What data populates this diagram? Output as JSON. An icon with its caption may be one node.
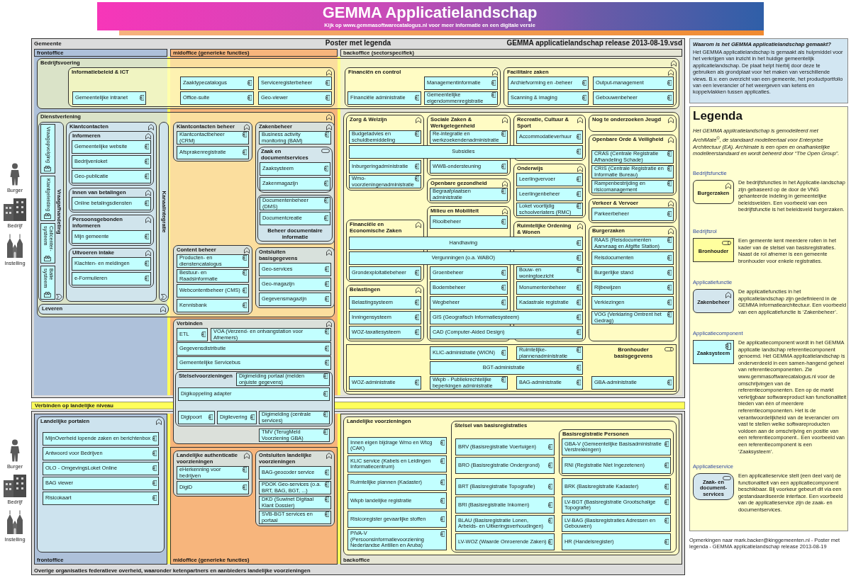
{
  "diagram": {
    "title": "GEMMA Applicatielandschap",
    "nodes": [
      {
        "text": [
          "Gemeente",
          "Poster met legenda",
          "GEMMA applicatielandschap release 2013-08-19.vsd"
        ]
      },
      {
        "text": [
          "frontoffice"
        ],
        "in": 0
      },
      {
        "text": [
          "midoffice (generieke functies)"
        ],
        "in": 0
      },
      {
        "text": [
          "backoffice (sectorspecifiek)"
        ],
        "in": 0
      },
      {
        "text": [
          "Bedrijfsvoering"
        ],
        "in": 0
      },
      {
        "text": [
          "Informatiebeleid & ICT"
        ],
        "in": 4
      },
      {
        "text": [
          "Gemeentelijke intranet"
        ],
        "in": 5
      },
      {
        "text": [
          "Zaaktypecatalogus"
        ],
        "in": 5
      },
      {
        "text": [
          "Office-suite"
        ],
        "in": 5
      },
      {
        "text": [
          "Serviceregisterbeheer"
        ],
        "in": 5
      },
      {
        "text": [
          "Geo-viewer"
        ],
        "in": 5
      },
      {
        "text": [
          "Financiën en control"
        ],
        "in": 4
      },
      {
        "text": [
          "Managementinformatie"
        ],
        "in": 11
      },
      {
        "text": [
          "Financiële administratie"
        ],
        "in": 11
      },
      {
        "text": [
          "Gemeentelijke eigendommenregistratie"
        ],
        "in": 11
      },
      {
        "text": [
          "Facilitaire zaken"
        ],
        "in": 4
      },
      {
        "text": [
          "Archiefvorming en -beheer"
        ],
        "in": 15
      },
      {
        "text": [
          "Output-management"
        ],
        "in": 15
      },
      {
        "text": [
          "Scanning & imaging"
        ],
        "in": 15
      },
      {
        "text": [
          "Gebouwenbeheer"
        ],
        "in": 15
      },
      {
        "text": [
          "Dienstverlening"
        ],
        "in": 0
      },
      {
        "text": [
          "Vraagafhandeling"
        ],
        "in": 20
      },
      {
        "text": [
          "Vraagopvolging"
        ],
        "in": 21
      },
      {
        "text": [
          "Klantgeleiding"
        ],
        "in": 21
      },
      {
        "text": [
          "Callcenter-systeem"
        ],
        "in": 21
      },
      {
        "text": [
          "Balie systeem"
        ],
        "in": 21
      },
      {
        "text": [
          "Klantcontacten"
        ],
        "in": 20
      },
      {
        "text": [
          "Informeren"
        ],
        "in": 26
      },
      {
        "text": [
          "Gemeentelijke website"
        ],
        "in": 27
      },
      {
        "text": [
          "Bedrijvenloket"
        ],
        "in": 27
      },
      {
        "text": [
          "Geo-publicatie"
        ],
        "in": 27
      },
      {
        "text": [
          "Innen van betalingen"
        ],
        "in": 26
      },
      {
        "text": [
          "Online betalingsdiensten"
        ],
        "in": 31
      },
      {
        "text": [
          "Persoonsgebonden informeren"
        ],
        "in": 26
      },
      {
        "text": [
          "Mijn gemeente"
        ],
        "in": 33
      },
      {
        "text": [
          "Uitvoeren intake"
        ],
        "in": 26
      },
      {
        "text": [
          "Klachten- en meldingen"
        ],
        "in": 35
      },
      {
        "text": [
          "e-Formulieren"
        ],
        "in": 35
      },
      {
        "text": [
          "Kanaalintegratie"
        ],
        "in": 20
      },
      {
        "text": [
          "Leveren"
        ],
        "in": 20
      },
      {
        "text": [
          "Klantcontacten beheer"
        ],
        "in": 20
      },
      {
        "text": [
          "Klantcontactbeheer (CRM)"
        ],
        "in": 40
      },
      {
        "text": [
          "Afsprakenregistratie"
        ],
        "in": 40
      },
      {
        "text": [
          "Content beheer"
        ],
        "in": 20
      },
      {
        "text": [
          "Producten- en dienstencatalogus"
        ],
        "in": 43
      },
      {
        "text": [
          "Bestuur- en Raadsinformatie"
        ],
        "in": 43
      },
      {
        "text": [
          "Webcontentbeheer (CMS)"
        ],
        "in": 43
      },
      {
        "text": [
          "Kennisbank"
        ],
        "in": 43
      },
      {
        "text": [
          "Zakenbeheer"
        ],
        "in": 20
      },
      {
        "text": [
          "Business activity monitoring (BAM)"
        ],
        "in": 48
      },
      {
        "text": [
          "Zaak en documentservices"
        ],
        "in": 48
      },
      {
        "text": [
          "Zaaksysteem"
        ],
        "in": 50
      },
      {
        "text": [
          "Zakenmagazijn"
        ],
        "in": 50
      },
      {
        "text": [
          "Beheer documentaire informatie"
        ],
        "in": 48
      },
      {
        "text": [
          "Documentenbeheer (DMS)"
        ],
        "in": 53
      },
      {
        "text": [
          "Documentcreatie"
        ],
        "in": 53
      },
      {
        "text": [
          "Ontsluiten basisgegevens"
        ],
        "in": 20
      },
      {
        "text": [
          "Geo-services"
        ],
        "in": 56
      },
      {
        "text": [
          "Geo-magazijn"
        ],
        "in": 56
      },
      {
        "text": [
          "Gegevensmagazijn"
        ],
        "in": 56
      },
      {
        "text": [],
        "shape": "box",
        "in": 0
      },
      {
        "text": [
          "Zorg & Welzijn"
        ],
        "in": 60
      },
      {
        "text": [
          "Budgetadvies en schuldbemiddeling"
        ],
        "in": 61
      },
      {
        "text": [
          "Inburgeringadministratie"
        ],
        "in": 61
      },
      {
        "text": [
          "Wmo-voorzieningenadministratie"
        ],
        "in": 61
      },
      {
        "text": [
          "Sociale Zaken & Werkgelegenheid"
        ],
        "in": 60
      },
      {
        "text": [
          "Re-integratie en werkzoekendenadministratie"
        ],
        "in": 65
      },
      {
        "text": [
          "WWB-ondersteuning"
        ],
        "in": 65
      },
      {
        "text": [
          "Subsidies"
        ],
        "in": 60
      },
      {
        "text": [
          "Recreatie, Cultuur & Sport"
        ],
        "in": 60
      },
      {
        "text": [
          "Accommodatieverhuur"
        ],
        "in": 69
      },
      {
        "text": [
          "Nog te onderzoeken Jeugd"
        ],
        "in": 60
      },
      {
        "text": [
          "Openbare gezondheid"
        ],
        "in": 60
      },
      {
        "text": [
          "Begraafplaatsen administratie"
        ],
        "in": 72
      },
      {
        "text": [
          "Onderwijs"
        ],
        "in": 60
      },
      {
        "text": [
          "Leerlingvervoer"
        ],
        "in": 74
      },
      {
        "text": [
          "Leerlingenbeheer"
        ],
        "in": 74
      },
      {
        "text": [
          "Loket voortijdig schoolverlaters (RMC)"
        ],
        "in": 74
      },
      {
        "text": [
          "Openbare Orde & Veiligheid"
        ],
        "in": 60
      },
      {
        "text": [
          "CRAS (Centrale Registratie Afhandeling Schade)"
        ],
        "in": 78
      },
      {
        "text": [
          "CRIS (Centrale Registratie en Informatie Bureau)"
        ],
        "in": 78
      },
      {
        "text": [
          "Rampenbestrijding en risicomanagement"
        ],
        "in": 78
      },
      {
        "text": [
          "Financiële en Economische Zaken"
        ],
        "in": 60
      },
      {
        "text": [
          "Grondexploitatiebeheer"
        ],
        "in": 82
      },
      {
        "text": [
          "Milieu en Mobiliteit"
        ],
        "in": 60
      },
      {
        "text": [
          "Rioolbeheer"
        ],
        "in": 84
      },
      {
        "text": [
          "Groenbeheer"
        ],
        "in": 84
      },
      {
        "text": [
          "Bodembeheer"
        ],
        "in": 84
      },
      {
        "text": [
          "Wegbeheer"
        ],
        "in": 84
      },
      {
        "text": [
          "Ruimtelijke Ordening & Wonen"
        ],
        "in": 60
      },
      {
        "text": [
          "Bouw- en woningtoezicht"
        ],
        "in": 89
      },
      {
        "text": [
          "Monumentenbeheer"
        ],
        "in": 89
      },
      {
        "text": [
          "Kadastrale registratie"
        ],
        "in": 89
      },
      {
        "text": [
          "Verkeer & Vervoer"
        ],
        "in": 60
      },
      {
        "text": [
          "Parkeerbeheer"
        ],
        "in": 93
      },
      {
        "text": [
          "Burgerzaken"
        ],
        "in": 60
      },
      {
        "text": [
          "RAAS (Reisdocumenten Aanvraag en Afgifte Station)"
        ],
        "in": 95
      },
      {
        "text": [
          "Reisdocumenten"
        ],
        "in": 95
      },
      {
        "text": [
          "Burgerlijke stand"
        ],
        "in": 95
      },
      {
        "text": [
          "Rijbewijzen"
        ],
        "in": 95
      },
      {
        "text": [
          "Verkiezingen"
        ],
        "in": 95
      },
      {
        "text": [
          "VOG (Verklaring Omtrent het Gedrag)"
        ],
        "in": 95
      },
      {
        "text": [
          "Handhaving"
        ],
        "in": 60
      },
      {
        "text": [
          "Vergunningen (o.a. WABO)"
        ],
        "in": 60
      },
      {
        "text": [
          "Belastingen"
        ],
        "in": 60
      },
      {
        "text": [
          "Belastingsysteem"
        ],
        "in": 104
      },
      {
        "text": [
          "Inningensysteem"
        ],
        "in": 104
      },
      {
        "text": [
          "WOZ-taxatiesysteem"
        ],
        "in": 104
      },
      {
        "text": [
          "GIS (Geografisch Informatiesysteem)"
        ],
        "in": 60
      },
      {
        "text": [
          "CAD (Computer-Aided Design)"
        ],
        "in": 60
      },
      {
        "text": [
          "Bronhouder basisgegevens"
        ],
        "in": 60
      },
      {
        "text": [
          "KLIC-administratie (WION)"
        ],
        "in": 110
      },
      {
        "text": [
          "Ruimtelijke-plannenadministratie"
        ],
        "in": 110
      },
      {
        "text": [
          "BGT-administratie"
        ],
        "in": 110
      },
      {
        "text": [
          "WOZ-administratie"
        ],
        "in": 110
      },
      {
        "text": [
          "Wkpb - Publiekrechtelijke beperkingen administratie"
        ],
        "in": 110
      },
      {
        "text": [
          "BAG-administratie"
        ],
        "in": 110
      },
      {
        "text": [
          "GBA-administratie"
        ],
        "in": 110
      },
      {
        "text": [
          "Verbinden"
        ]
      },
      {
        "text": [
          "ETL"
        ]
      },
      {
        "text": [
          "VOA (Verzend- en ontvangstation voor Afnemers)"
        ]
      },
      {
        "text": [
          "Gegevensdistributie"
        ]
      },
      {
        "text": [
          "Gemeentelijke Servicebus"
        ]
      },
      {
        "text": [
          "Stelselvoorzieningen"
        ],
        "in": 118
      },
      {
        "text": [
          "Digimelding portaal (melden onjuiste gegevens)"
        ]
      },
      {
        "text": [
          "Digikoppeling adapter"
        ],
        "in": 123
      },
      {
        "text": [
          "Digipoort"
        ]
      },
      {
        "text": [
          "Digilevering"
        ]
      },
      {
        "text": [
          "Digimelding (centrale services)"
        ]
      },
      {
        "text": [
          "TMV (TerugMeld Voorziening GBA)"
        ]
      },
      {
        "text": [
          "Verbinden op landelijke niveau"
        ]
      },
      {
        "text": [
          "Overige organisaties federatieve overheid, waaronder ketenpartners en aanbieders landelijke voorzieningen"
        ]
      },
      {
        "text": [
          "frontoffice"
        ],
        "in": 131
      },
      {
        "text": [
          "Landelijke portalen"
        ],
        "in": 132
      },
      {
        "text": [
          "MijnOverheid lopende zaken en berichtenbox"
        ],
        "in": 133
      },
      {
        "text": [
          "Antwoord voor Bedrijven"
        ],
        "in": 133
      },
      {
        "text": [
          "OLO - OmgevingsLoket Online"
        ],
        "in": 133
      },
      {
        "text": [
          "BAG viewer"
        ],
        "in": 133
      },
      {
        "text": [
          "Risicokaart"
        ],
        "in": 133
      },
      {
        "text": [
          "midoffice (generieke functies)"
        ],
        "in": 131
      },
      {
        "text": [
          "Landelijke authenticatie voorzieningen"
        ],
        "in": 139
      },
      {
        "text": [
          "eHerkenning voor bedrijven"
        ],
        "in": 140
      },
      {
        "text": [
          "DigiD"
        ],
        "in": 140
      },
      {
        "text": [
          "Ontsluiten landelijke voorzieningen"
        ],
        "in": 139
      },
      {
        "text": [
          "BAG-geocoder service"
        ],
        "in": 143
      },
      {
        "text": [
          "PDOK Geo-services (o.a. BRT, BAG, BGT, ...)"
        ],
        "in": 143
      },
      {
        "text": [
          "DKD (Suwinet Digitaal Klant Dossier)"
        ],
        "in": 143
      },
      {
        "text": [
          "SVB-BGT services en portaal"
        ],
        "in": 143
      },
      {
        "text": [
          "backoffice"
        ],
        "in": 131
      },
      {
        "text": [
          "Landelijke voorzieningen"
        ],
        "in": 148
      },
      {
        "text": [
          "Innen eigen bijdrage Wmo en Wtcg (CAK)"
        ],
        "in": 149
      },
      {
        "text": [
          "KLIC service (Kabels en Leidingen Informatiecentrum)"
        ],
        "in": 149
      },
      {
        "text": [
          "Ruimtelijke plannen (Kadaster)"
        ],
        "in": 149
      },
      {
        "text": [
          "Wkpb landelijke registratie"
        ],
        "in": 149
      },
      {
        "text": [
          "Risicoregister gevaarlijke stoffen"
        ],
        "in": 149
      },
      {
        "text": [
          "PIVA-V (Persoonsinformatievoorziening Nederlandse Antillen en Aruba)"
        ],
        "in": 149
      },
      {
        "text": [
          "Stelsel van basisregistraties"
        ],
        "in": 149
      },
      {
        "text": [
          "BRV (Basisregistratie Voertuigen)"
        ],
        "in": 156
      },
      {
        "text": [
          "BRO (Basisregistratie Ondergrond)"
        ],
        "in": 156
      },
      {
        "text": [
          "BRT (Basisregistratie Topografie)"
        ],
        "in": 156
      },
      {
        "text": [
          "BRI (Basisregistratie Inkomen)"
        ],
        "in": 156
      },
      {
        "text": [
          "BLAU (Basisregistratie Lonen, Arbeids- en Uitkeringsverhoudingen)"
        ],
        "in": 156
      },
      {
        "text": [
          "LV-WOZ (Waarde Onroerende Zaken)"
        ],
        "in": 156
      },
      {
        "text": [
          "Basisregistratie Personen"
        ],
        "in": 156
      },
      {
        "text": [
          "GBA-V (Gemeentelijke Basisadministratie Verstrekkingen)"
        ],
        "in": 163
      },
      {
        "text": [
          "RNI (Registratie Niet Ingezetenen)"
        ],
        "in": 163
      },
      {
        "text": [
          "BRK (Basisregistratie Kadaster)"
        ],
        "in": 156
      },
      {
        "text": [
          "LV-BGT (Basisregistratie Grootschalige Topografie)"
        ],
        "in": 156
      },
      {
        "text": [
          "LV-BAG (Basisregistraties Adressen en Gebouwen)"
        ],
        "in": 156
      },
      {
        "text": [
          "HR (Handelsregister)"
        ],
        "in": 156
      },
      {
        "text": [
          "Waarom is het GEMMA applicatielandschap gemaakt?",
          "Het GEMMA applicatielandschap is gemaakt als hulpmiddel voor het verkrijgen van inzicht in het huidige gemeentelijk applicatielandschap. De plaat helpt hierbij door deze te gebruiken als grondplaat voor het maken van verschillende views. B.v. een overzicht van een gemeente, het productportfolio van een leverancier of het weergeven van ketens en koppelvlakken tussen applicaties."
        ]
      },
      {
        "text": [
          "Legenda",
          "Het GEMMA applicatielandschap is gemodelleerd met ArchiMate$^{©}$, de standaard modelleertaal voor Enterprise Architectuur (EA). Archimate is een open en onafhankelijke modelleerstandaard en wordt beheerd door “The Open Group”.",
          "De bedrijfsfuncties in het Applicatie-landschap zijn gebaseerd op de door de VNG gehanteerde indeling in gemeentelijke beleidsvelden. Een voorbeeld van een bedrijfsfunctie is het beleidsveld burgerzaken.",
          "Een gemeente kent meerdere rollen in het kader van de stelsel van basisregistraties. Naast de rol afnemer is een gemeente bronhouder voor enkele registraties.",
          "De applicatiefuncties in het applicatielandschap zijn gedefinieerd in de GEMMA informatiearchitectuur. Een voorbeeld van een applicatiefunctie is ‘Zakenbeheer’.",
          "De applicatiecomponent wordt in het GEMMA applicatie landschap referentiecomponent genoemd. Het GEMMA applicatielandschap is onderverdeeld in een samen-hangend geheel van referentiecomponenten. Zie www.gemmasoftwarecatalogus.nl voor de omschrijvingen van de referentiecomponenten. Een op de markt verkrijgbaar softwareproduct kan functionaliteit bieden van één of meerdere referentiecomponenten. Het is de verantwoordelijkheid van de leverancier om vast te stellen welke softwareproducten voldoen aan de omschrijving en positie van een referentiecomponent.. Een voorbeeld van een referentiecomponent is een ‘Zaaksysteem’.",
          "Een applicatieservice stelt (een deel van) de functionaliteit van een applicatiecomponent beschikbaar. Bij voorkeur gebeurt dit via een gestandaardiseerde interface. Een voorbeeld van de applicatieservice zijn de zaak- en documentservices."
        ]
      },
      {
        "text": [
          "Burgerzaken"
        ],
        "in": 171
      },
      {
        "text": [
          "Bronhouder"
        ],
        "in": 171
      },
      {
        "text": [
          "Zakenbeheer"
        ],
        "in": 171
      },
      {
        "text": [
          "Zaaksysteem"
        ],
        "in": 171
      },
      {
        "text": [
          "Zaak- en document-services"
        ],
        "in": 171
      }
    ],
    "labels": [
      "Kijk op www.gemmasoftwarecatalogus.nl voor meer informatie en een digitale versie",
      "Burger",
      "Bedrijf",
      "Instelling",
      "Burger",
      "Bedrijf",
      "Instelling",
      "Opmerkingen naar mark.backer@kinggemeenten.nl - Poster met legenda - GEMMA applicatielandschap release 2013-08-19"
    ],
    "legend": [
      {
        "text": "Bedrijfsfunctie"
      },
      {
        "text": "Bedrijfsrol"
      },
      {
        "text": "Applicatiefunctie"
      },
      {
        "text": "Applicatiecomponent"
      },
      {
        "text": "Applicatieservice"
      }
    ]
  }
}
